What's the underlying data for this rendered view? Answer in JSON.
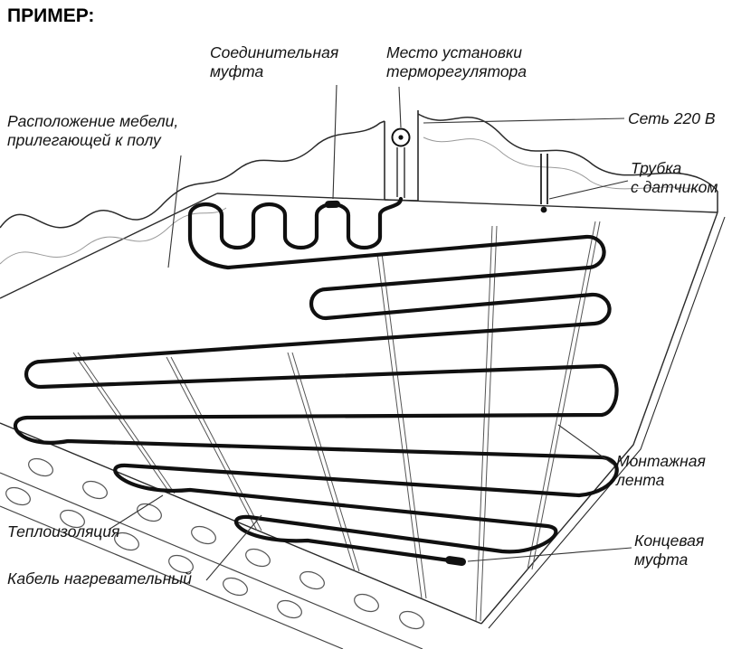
{
  "title": "ПРИМЕР:",
  "labels": {
    "connection_coupling": "Соединительная\nмуфта",
    "thermostat_location": "Место установки\nтерморегулятора",
    "power": "Сеть 220 В",
    "sensor_tube": "Трубка\nс датчиком",
    "furniture": "Расположение мебели,\nприлегающей к полу",
    "mounting_tape": "Монтажная\nлента",
    "end_coupling": "Концевая\nмуфта",
    "insulation": "Теплоизоляция",
    "heating_cable": "Кабель нагревательный"
  },
  "icons": {
    "thermostat": "thermostat-circle-icon",
    "sensor": "sensor-dot-icon"
  },
  "colors": {
    "line": "#2a2a2a",
    "faint": "#999999",
    "tape": "#555555",
    "cable": "#101010",
    "leader": "#333333"
  }
}
